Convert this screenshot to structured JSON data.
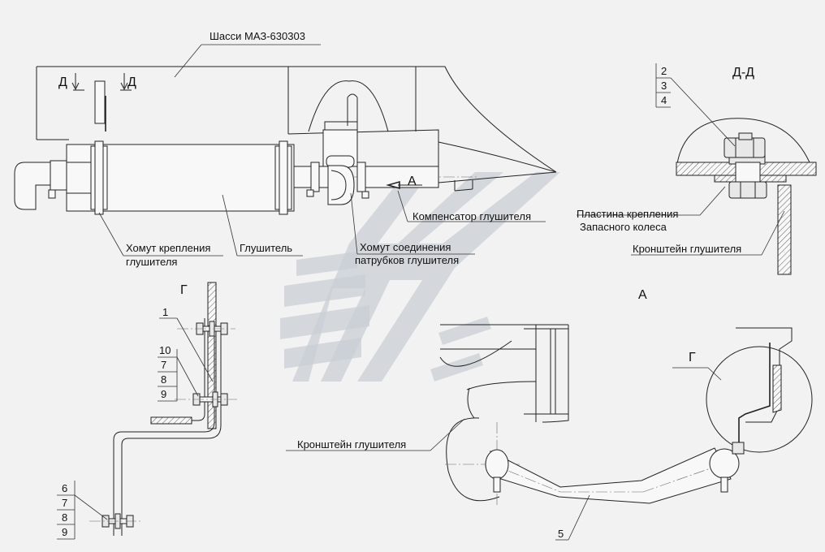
{
  "labels": {
    "chassis": "Шасси МАЗ-630303",
    "section_d_left": "Д",
    "section_d_right": "Д",
    "section_dd_title": "Д-Д",
    "view_a_arrow": "А",
    "view_a_title": "А",
    "view_g_title": "Г",
    "view_g_callout": "Г",
    "compensator": "Компенсатор глушителя",
    "clamp_mount_l1": "Хомут крепления",
    "clamp_mount_l2": "глушителя",
    "muffler": "Глушитель",
    "clamp_join_l1": "Хомут соединения",
    "clamp_join_l2": "патрубков глушителя",
    "plate_l1": "Пластина крепления",
    "plate_l2": "Запасного колеса",
    "bracket_right": "Кронштейн глушителя",
    "bracket_bottom": "Кронштейн глушителя"
  },
  "callouts": {
    "dd_stack": [
      "2",
      "3",
      "4"
    ],
    "g_upper_single": "1",
    "g_upper_stack": [
      "10",
      "7",
      "8",
      "9"
    ],
    "g_lower_stack": [
      "6",
      "7",
      "8",
      "9"
    ],
    "view_a_part": "5"
  }
}
